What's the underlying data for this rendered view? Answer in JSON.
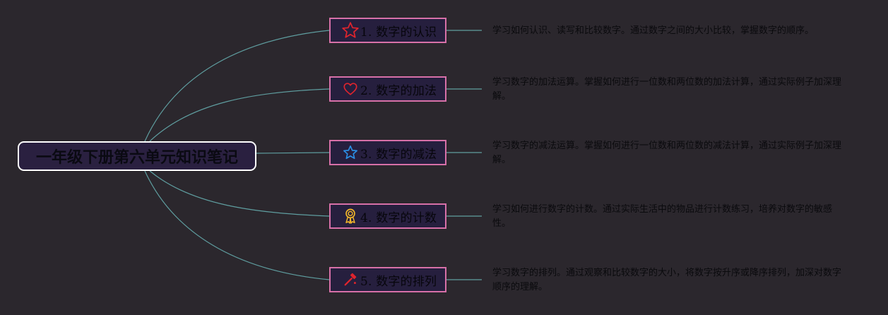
{
  "root": {
    "title": "一年级下册第六单元知识笔记"
  },
  "topics": [
    {
      "label": "1. 数字的认识",
      "icon": "star-outline-icon",
      "icon_color": "#e0242d",
      "note": "学习如何认识、读写和比较数字。通过数字之间的大小比较，掌握数字的顺序。"
    },
    {
      "label": "2. 数字的加法",
      "icon": "heart-outline-icon",
      "icon_color": "#e0242d",
      "note": "学习数字的加法运算。掌握如何进行一位数和两位数的加法计算，通过实际例子加深理解。"
    },
    {
      "label": "3. 数字的减法",
      "icon": "star-outline-icon",
      "icon_color": "#2b8fe6",
      "note": "学习数字的减法运算。掌握如何进行一位数和两位数的减法计算，通过实际例子加深理解。"
    },
    {
      "label": "4. 数字的计数",
      "icon": "award-ribbon-icon",
      "icon_color": "#f4b72a",
      "note": "学习如何进行数字的计数。通过实际生活中的物品进行计数练习，培养对数字的敏感性。"
    },
    {
      "label": "5. 数字的排列",
      "icon": "hammer-icon",
      "icon_color": "#e0242d",
      "note": "学习数字的排列。通过观察和比较数字的大小，将数字按升序或降序排列，加深对数字顺序的理解。"
    }
  ],
  "colors": {
    "connector": "#5f9ea0",
    "topic_border": "#d770a8",
    "root_border": "#ffffff"
  }
}
